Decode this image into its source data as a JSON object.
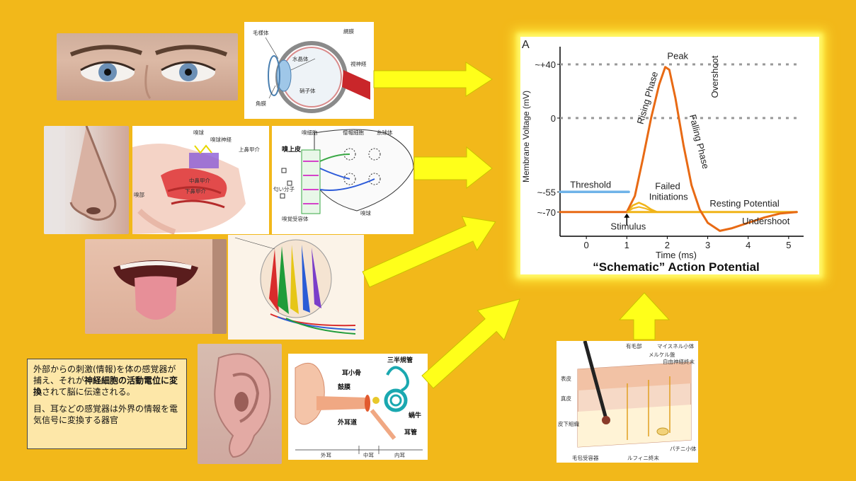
{
  "colors": {
    "background": "#f2b81a",
    "arrow": "#ffff1a",
    "arrow_outline": "#c9c200",
    "curve": "#e86a14",
    "threshold": "#6fb3e8",
    "resting": "#f0b418",
    "dotted": "#999999"
  },
  "eye_diagram": {
    "labels": {
      "ciliary": "毛様体",
      "retina": "網膜",
      "lens": "水晶体",
      "optic_nerve": "視神経",
      "vitreous": "硝子体",
      "cornea": "角膜"
    }
  },
  "nose_diagram": {
    "labels": {
      "olfactory_bulb": "嗅球",
      "olfactory_nerve": "嗅球神経",
      "superior_turbinate": "上鼻甲介",
      "middle_turbinate": "中鼻甲介",
      "inferior_turbinate": "下鼻甲介",
      "nose_region": "嗅部"
    }
  },
  "olfactory_diagram": {
    "labels": {
      "cell1": "嗅細胞",
      "cell2": "僧帽細胞",
      "cell3": "糸球体",
      "epithelium": "嗅上皮",
      "odor": "匂い分子",
      "receptor": "嗅覚受容体",
      "bulb": "嗅球"
    }
  },
  "ear_diagram": {
    "labels": {
      "ossicles": "耳小骨",
      "semicircular": "三半規管",
      "eardrum": "鼓膜",
      "cochlea": "蝸牛",
      "canal": "外耳道",
      "eustachian": "耳管",
      "outer": "外耳",
      "middle": "中耳",
      "inner": "内耳"
    }
  },
  "skin_diagram": {
    "labels": {
      "hair": "有毛部",
      "meissner": "マイスネル小体",
      "merkel": "メルケル盤",
      "free_nerve": "自由神経終末",
      "epidermis": "表皮",
      "dermis": "真皮",
      "subcutis": "皮下組織",
      "pacini": "パチニ小体",
      "hair_receptor": "毛包受容器",
      "ruffini": "ルフィニ終末"
    }
  },
  "textbox": {
    "line1": "外部からの刺激(情報)を体の感覚器が捕え、それが",
    "bold": "神経細胞の活動電位に変換",
    "line1_end": "されて脳に伝達される。",
    "line2": "目、耳などの感覚器は外界の情報を電気信号に変換する器官"
  },
  "chart_data": {
    "type": "line",
    "panel_letter": "A",
    "title": "“Schematic” Action Potential",
    "xlabel": "Time (ms)",
    "ylabel": "Membrane Voltage (mV)",
    "xlim": [
      -0.65,
      5.3
    ],
    "ylim": [
      -88,
      50
    ],
    "x_ticks": [
      0,
      1,
      2,
      3,
      4,
      5
    ],
    "y_ticks": [
      {
        "value": 40,
        "label": "~+40"
      },
      {
        "value": 0,
        "label": "0"
      },
      {
        "value": -55,
        "label": "~-55"
      },
      {
        "value": -70,
        "label": "~-70"
      }
    ],
    "series": [
      {
        "name": "Action Potential",
        "x": [
          -0.65,
          1.0,
          1.2,
          1.4,
          1.6,
          1.8,
          1.95,
          2.05,
          2.2,
          2.4,
          2.6,
          2.8,
          3.0,
          3.3,
          3.6,
          4.0,
          4.4,
          4.8,
          5.2
        ],
        "y": [
          -70,
          -70,
          -58,
          -30,
          0,
          25,
          38,
          36,
          15,
          -20,
          -50,
          -68,
          -78,
          -84,
          -82,
          -78,
          -74,
          -71,
          -70
        ]
      },
      {
        "name": "Failed Initiations",
        "x": [
          1.0,
          1.15,
          1.3,
          1.45,
          1.6,
          1.75
        ],
        "y": [
          -70,
          -65,
          -63,
          -65,
          -68,
          -70
        ]
      },
      {
        "name": "Threshold",
        "x": [
          -0.65,
          1.05
        ],
        "y": [
          -55,
          -55
        ]
      },
      {
        "name": "Resting Potential",
        "x": [
          1.0,
          5.2
        ],
        "y": [
          -70,
          -70
        ]
      }
    ],
    "annotations": [
      {
        "text": "Peak",
        "x": 2.0,
        "y": 44
      },
      {
        "text": "Rising Phase",
        "x": 1.4,
        "y": -5,
        "rotate": -74
      },
      {
        "text": "Falling Phase",
        "x": 2.55,
        "y": 2,
        "rotate": 76
      },
      {
        "text": "Overshoot",
        "x": 3.25,
        "y": 15,
        "rotate": -90
      },
      {
        "text": "Threshold",
        "x": -0.4,
        "y": -52
      },
      {
        "text": "Failed",
        "x": 1.7,
        "y": -53
      },
      {
        "text": "Initiations",
        "x": 1.55,
        "y": -61
      },
      {
        "text": "Resting Potential",
        "x": 3.05,
        "y": -66
      },
      {
        "text": "Stimulus",
        "x": 0.6,
        "y": -83
      },
      {
        "text": "Undershoot",
        "x": 3.85,
        "y": -79
      }
    ],
    "grid": false
  }
}
